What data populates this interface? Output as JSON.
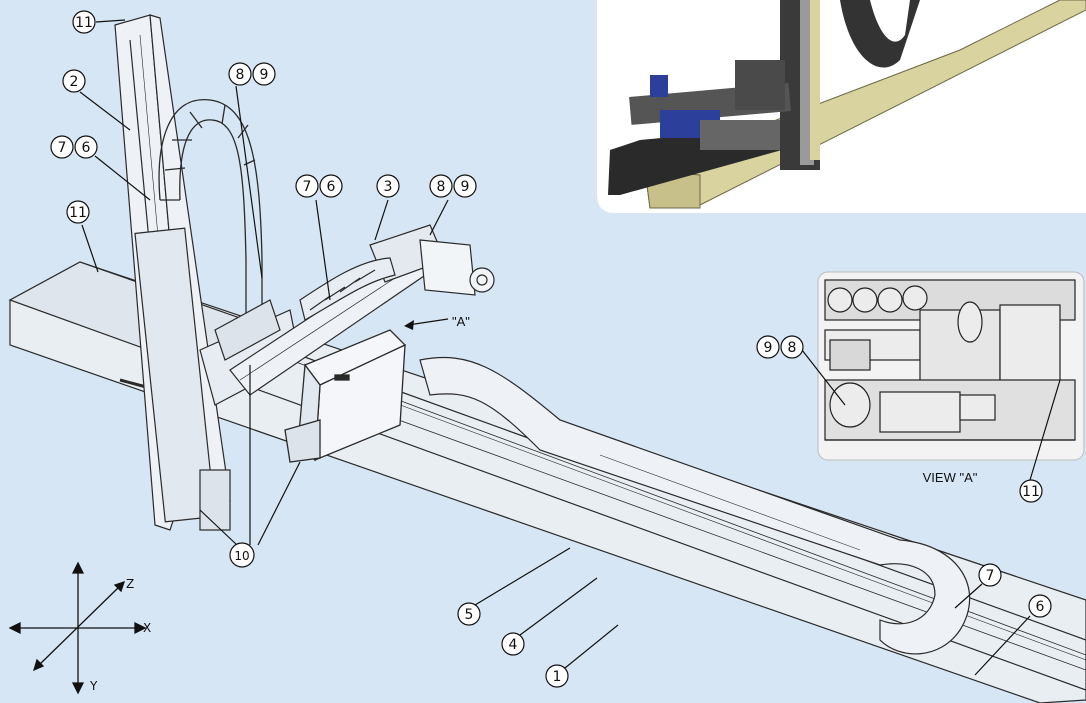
{
  "colors": {
    "background": "#d6e6f4",
    "linework": "#2a2a2a",
    "inset_panel": "#ffffff",
    "frame_beige": "#d9d3a0",
    "motor_blue": "#2c3f9a"
  },
  "labels": {
    "view_a_arrow": "\"A\"",
    "view_a_caption": "VIEW \"A\""
  },
  "axes": {
    "x": "X",
    "y": "Y",
    "z": "Z"
  },
  "callouts": {
    "c11_top": "11",
    "c2": "2",
    "c7_upper": "7",
    "c6_upper": "6",
    "c8_upper": "8",
    "c9_upper": "9",
    "c11_left": "11",
    "c7_mid": "7",
    "c6_mid": "6",
    "c3": "3",
    "c8_mid": "8",
    "c9_mid": "9",
    "c10": "10",
    "c5": "5",
    "c4": "4",
    "c1": "1",
    "c7_right": "7",
    "c6_right": "6",
    "c9_view": "9",
    "c8_view": "8",
    "c11_view": "11"
  }
}
